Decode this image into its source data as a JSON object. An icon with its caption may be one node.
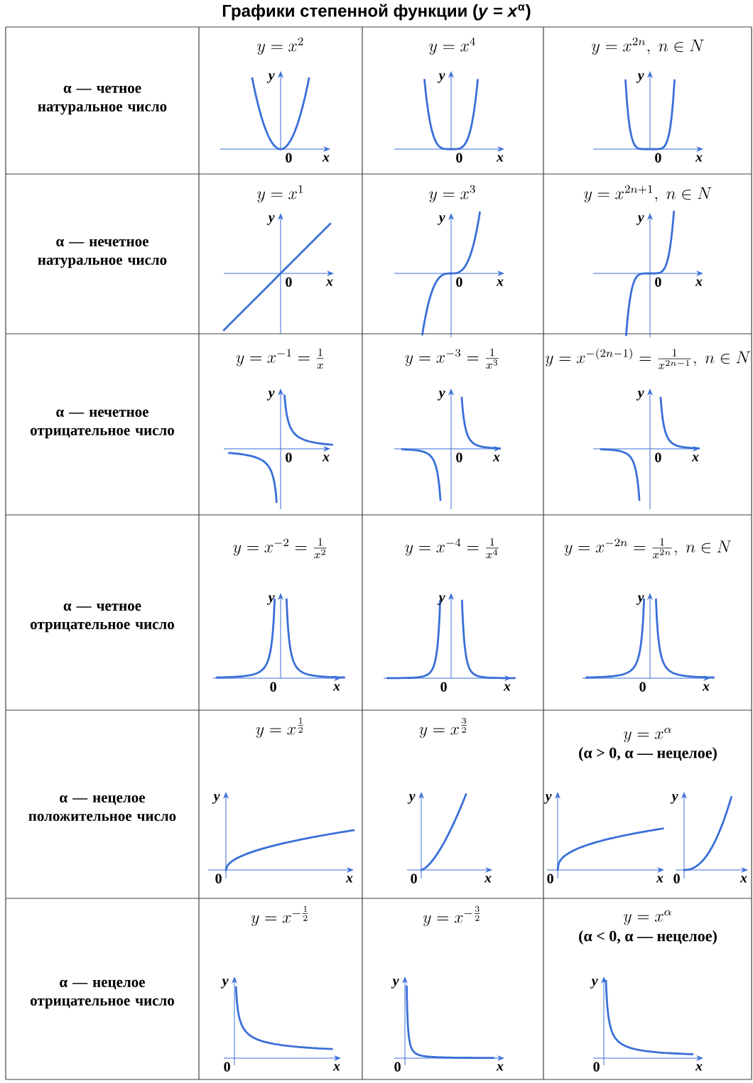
{
  "diagram": {
    "title": "Графики степенной функции (*y* = *x*$^{α}$)",
    "labels": [
      "α — четное натуральное число",
      "y = x^{2}",
      "y",
      "0",
      "x",
      "y = x^{4}",
      "y",
      "0",
      "x",
      "y = x^{2n},\\; n \\in N",
      "y",
      "0",
      "x",
      "α — нечетное натуральное число",
      "y = x^{1}",
      "y",
      "0",
      "x",
      "y = x^{3}",
      "y",
      "0",
      "x",
      "y = x^{2n+1},\\; n \\in N",
      "y",
      "0",
      "x",
      "α — нечетное отрицательное число",
      "y = x^{-1} = \\frac{1}{x}",
      "y",
      "0",
      "x",
      "y = x^{-3} = \\frac{1}{x^{3}}",
      "y",
      "0",
      "x",
      "y = x^{-(2n-1)} = \\frac{1}{x^{2n-1}},\\; n \\in N",
      "y",
      "0",
      "x",
      "α — четное отрицательное число",
      "y = x^{-2} = \\frac{1}{x^{2}}",
      "y",
      "0",
      "x",
      "y = x^{-4} = \\frac{1}{x^{4}}",
      "y",
      "0",
      "x",
      "y = x^{-2n} = \\frac{1}{x^{2n}},\\; n \\in N",
      "y",
      "0",
      "x",
      "α — нецелое положительное число",
      "y = x^{\\frac{1}{2}}",
      "y",
      "0",
      "x",
      "y = x^{\\frac{3}{2}}",
      "y",
      "0",
      "x",
      "y = x^{\\alpha}",
      "(α > 0, α — нецелое)",
      "y",
      "0",
      "x",
      "y",
      "0",
      "x",
      "α — нецелое отрицательное число",
      "y = x^{-\\frac{1}{2}}",
      "y",
      "0",
      "x",
      "y = x^{-\\frac{3}{2}}",
      "y",
      "0",
      "x",
      "y = x^{\\alpha}",
      "(α < 0, α — нецелое)",
      "y",
      "0",
      "x"
    ]
  }
}
